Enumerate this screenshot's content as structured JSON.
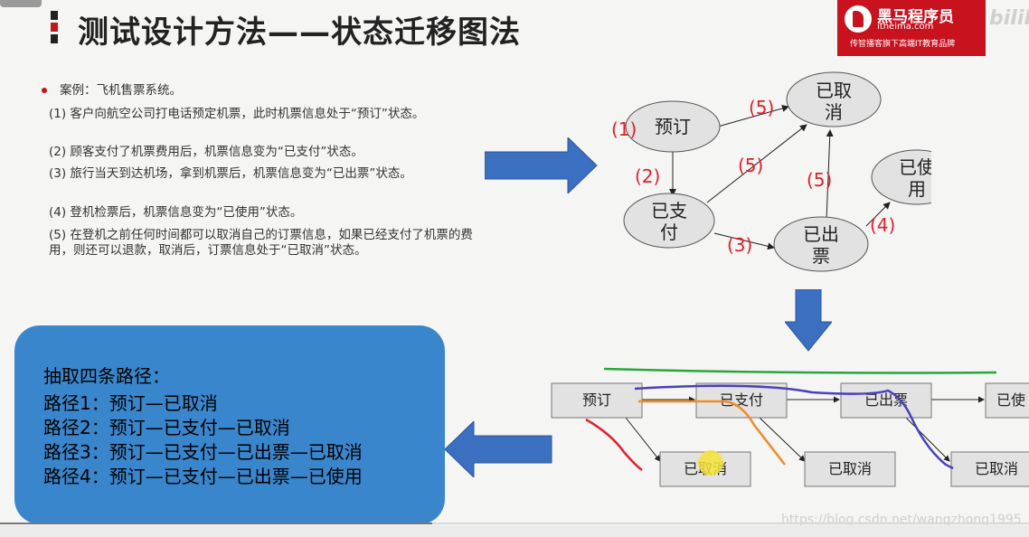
{
  "slide": {
    "title": "测试设计方法——状态迁移图法"
  },
  "logo": {
    "name": "黑马程序员",
    "url": "itheima.com",
    "slogan": "传智播客旗下高端IT教育品牌"
  },
  "watermark": {
    "bilibili": "bilibili",
    "csdn_url": "https://blog.csdn.net/wangzhong1995"
  },
  "case": {
    "heading": "案例：飞机售票系统。",
    "items": [
      "(1) 客户向航空公司打电话预定机票，此时机票信息处于“预订”状态。",
      "(2) 顾客支付了机票费用后，机票信息变为“已支付”状态。",
      "(3) 旅行当天到达机场，拿到机票后，机票信息变为“已出票”状态。",
      "(4) 登机检票后，机票信息变为“已使用”状态。",
      "(5) 在登机之前任何时间都可以取消自己的订票信息，如果已经支付了机票的费用，则还可以退款，取消后，订票信息处于“已取消”状态。"
    ]
  },
  "state_diagram": {
    "nodes": {
      "booked": "预订",
      "cancelled": "已取消",
      "paid": "已支付",
      "ticketed": "已出票",
      "used": "已使用"
    },
    "edge_labels": {
      "e1": "(1)",
      "e2": "(2)",
      "e3": "(3)",
      "e4": "(4)",
      "e5a": "(5)",
      "e5b": "(5)",
      "e5c": "(5)"
    }
  },
  "flow_diagram": {
    "top_row": [
      "预订",
      "已支付",
      "已出票",
      "已使"
    ],
    "bottom_row": [
      "已取消",
      "已取消",
      "已取消"
    ]
  },
  "paths_box": {
    "heading": "抽取四条路径：",
    "paths": [
      "路径1：预订—已取消",
      "路径2：预订—已支付—已取消",
      "路径3：预订—已支付—已出票—已取消",
      "路径4：预订—已支付—已出票—已使用"
    ]
  },
  "player": {
    "progress_fraction": 0.42
  },
  "colors": {
    "brand_red": "#c8121e",
    "arrow_blue": "#3b6fc0",
    "box_blue": "#3a86cc",
    "node_gray": "#e2e2e2",
    "annotation_red": "#e0202a",
    "annotation_orange": "#f08a2a",
    "annotation_purple": "#4a3fc0",
    "annotation_green": "#2aa53a"
  }
}
